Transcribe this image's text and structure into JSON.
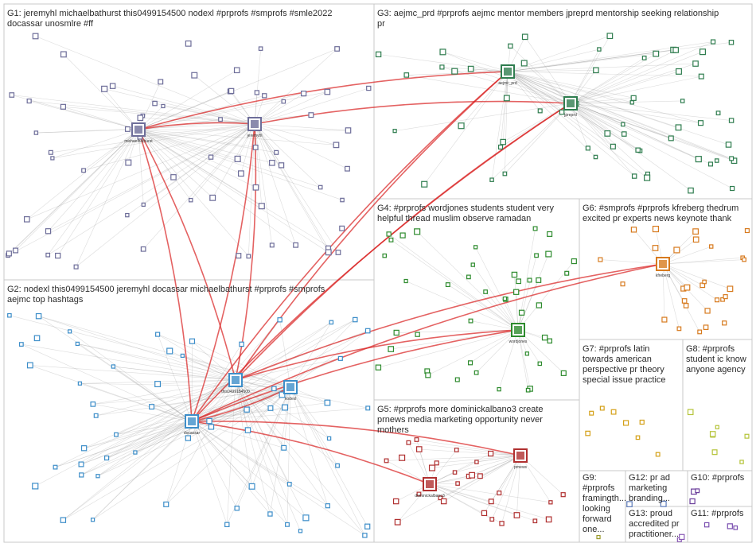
{
  "groups": [
    {
      "id": "G1",
      "lines": [
        "G1: jeremyhl michaelbathurst this0499154500 nodexl #prprofs #smprofs #smle2022",
        "docassar unosmlre #ff"
      ],
      "color": "#6d6d99"
    },
    {
      "id": "G2",
      "lines": [
        "G2: nodexl this0499154500 jeremyhl docassar michaelbathurst #prprofs #smprofs",
        "aejmc top hashtags"
      ],
      "color": "#3d8ec9"
    },
    {
      "id": "G3",
      "lines": [
        "G3: aejmc_prd #prprofs aejmc mentor members jpreprd mentorship seeking relationship",
        "pr"
      ],
      "color": "#2f7d4f"
    },
    {
      "id": "G4",
      "lines": [
        "G4: #prprofs wordjones students student very",
        "helpful thread muslim observe ramadan"
      ],
      "color": "#2e8b2e"
    },
    {
      "id": "G5",
      "lines": [
        "G5: #prprofs more dominickalbano3 create",
        "prnews media marketing opportunity never",
        "mothers"
      ],
      "color": "#b03030"
    },
    {
      "id": "G6",
      "lines": [
        "G6: #smprofs #prprofs kfreberg thedrum",
        "excited pr experts news keynote thank"
      ],
      "color": "#d77a1e"
    },
    {
      "id": "G7",
      "lines": [
        "G7: #prprofs latin",
        "towards american",
        "perspective pr theory",
        "special issue practice"
      ],
      "color": "#d4a017"
    },
    {
      "id": "G8",
      "lines": [
        "G8: #prprofs",
        "student ic know",
        "anyone agency"
      ],
      "color": "#b5c43a"
    },
    {
      "id": "G9",
      "lines": [
        "G9:",
        "#prprofs",
        "framingth...",
        "looking",
        "forward",
        "one..."
      ],
      "color": "#9a9a2a"
    },
    {
      "id": "G10",
      "lines": [
        "G10: #prprofs"
      ],
      "color": "#6a3d9a"
    },
    {
      "id": "G11",
      "lines": [
        "G11: #prprofs"
      ],
      "color": "#7a4fb0"
    },
    {
      "id": "G12",
      "lines": [
        "G12: pr ad",
        "marketing",
        "branding..."
      ],
      "color": "#5c7ab8"
    },
    {
      "id": "G13",
      "lines": [
        "G13: proud",
        "accredited pr",
        "practitioner..."
      ],
      "color": "#8a5ab5"
    }
  ],
  "hubs": [
    {
      "label": "michaelbathurst",
      "group": "G1"
    },
    {
      "label": "jeremyhl",
      "group": "G1"
    },
    {
      "label": "this0499154500",
      "group": "G2"
    },
    {
      "label": "docassar",
      "group": "G2"
    },
    {
      "label": "nodexl",
      "group": "G2"
    },
    {
      "label": "aejmc_prd",
      "group": "G3"
    },
    {
      "label": "jpreprd",
      "group": "G3"
    },
    {
      "label": "wordjones",
      "group": "G4"
    },
    {
      "label": "dominickalbano3",
      "group": "G5"
    },
    {
      "label": "prnews",
      "group": "G5"
    },
    {
      "label": "kfreberg",
      "group": "G6"
    }
  ]
}
